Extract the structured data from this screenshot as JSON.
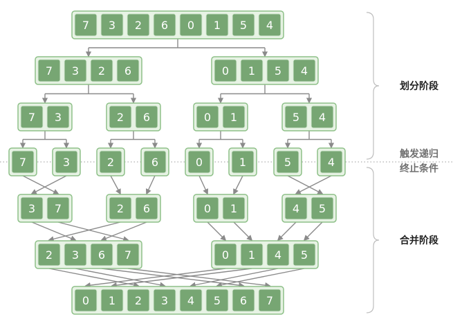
{
  "colors": {
    "cell_fill": "#77a673",
    "cell_stroke": "#d6ead3",
    "group_fill": "#e8f3e5",
    "group_stroke": "#8ec088",
    "arrow": "#8a8a8a",
    "brace": "#bdbdbd",
    "dotted": "#9a9a9a"
  },
  "labels": {
    "divide": "划分阶段",
    "base_case_line1": "触发递归",
    "base_case_line2": "终止条件",
    "merge": "合并阶段"
  },
  "split_levels": [
    [
      [
        "7",
        "3",
        "2",
        "6",
        "0",
        "1",
        "5",
        "4"
      ]
    ],
    [
      [
        "7",
        "3",
        "2",
        "6"
      ],
      [
        "0",
        "1",
        "5",
        "4"
      ]
    ],
    [
      [
        "7",
        "3"
      ],
      [
        "2",
        "6"
      ],
      [
        "0",
        "1"
      ],
      [
        "5",
        "4"
      ]
    ],
    [
      [
        "7"
      ],
      [
        "3"
      ],
      [
        "2"
      ],
      [
        "6"
      ],
      [
        "0"
      ],
      [
        "1"
      ],
      [
        "5"
      ],
      [
        "4"
      ]
    ]
  ],
  "merge_levels": [
    [
      [
        "3",
        "7"
      ],
      [
        "2",
        "6"
      ],
      [
        "0",
        "1"
      ],
      [
        "4",
        "5"
      ]
    ],
    [
      [
        "2",
        "3",
        "6",
        "7"
      ],
      [
        "0",
        "1",
        "4",
        "5"
      ]
    ],
    [
      [
        "0",
        "1",
        "2",
        "3",
        "4",
        "5",
        "6",
        "7"
      ]
    ]
  ]
}
